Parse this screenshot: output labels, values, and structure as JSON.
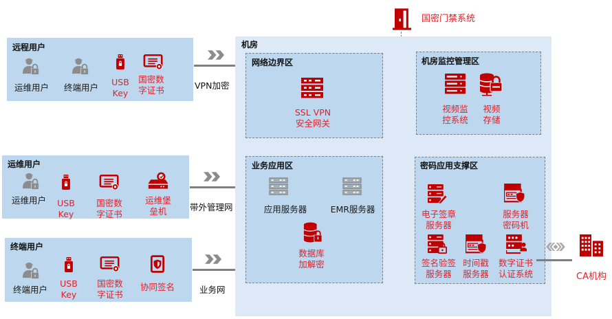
{
  "colors": {
    "accent_red": "#c00000",
    "text_red": "#e0232a",
    "panel_blue": "#bdd7ee",
    "room_blue": "#dde9f6",
    "gray": "#7f7f7f"
  },
  "top": {
    "access_control": "国密门禁系统"
  },
  "groups": [
    {
      "title": "远程用户",
      "items": [
        {
          "icon": "user-lock-icon",
          "label": "运维用户",
          "color": "dark"
        },
        {
          "icon": "user-lock-icon",
          "label": "终端用户",
          "color": "dark"
        },
        {
          "icon": "usb-key-icon",
          "label": "USB\nKey",
          "color": "red"
        },
        {
          "icon": "certificate-icon",
          "label": "国密数\n字证书",
          "color": "red"
        }
      ],
      "link": "VPN加密"
    },
    {
      "title": "运维用户",
      "items": [
        {
          "icon": "user-lock-icon",
          "label": "运维用户",
          "color": "dark"
        },
        {
          "icon": "usb-key-icon",
          "label": "USB\nKey",
          "color": "red"
        },
        {
          "icon": "certificate-icon",
          "label": "国密数\n字证书",
          "color": "red"
        },
        {
          "icon": "bastion-host-icon",
          "label": "运维堡\n垒机",
          "color": "red"
        }
      ],
      "link": "带外管理网"
    },
    {
      "title": "终端用户",
      "items": [
        {
          "icon": "user-lock-icon",
          "label": "终端用户",
          "color": "dark"
        },
        {
          "icon": "usb-key-icon",
          "label": "USB\nKey",
          "color": "red"
        },
        {
          "icon": "certificate-icon",
          "label": "国密数\n字证书",
          "color": "red"
        },
        {
          "icon": "tablet-shield-icon",
          "label": "协同签名",
          "color": "red"
        }
      ],
      "link": "业务网"
    }
  ],
  "room": {
    "title": "机房",
    "boundary": {
      "title": "网络边界区",
      "item": "SSL VPN\n安全网关"
    },
    "monitor": {
      "title": "机房监控管理区",
      "items": [
        "视频监\n控系统",
        "视频\n存储"
      ]
    },
    "business": {
      "title": "业务应用区",
      "items": [
        "应用服务器",
        "EMR服务器",
        "数据库\n加解密"
      ]
    },
    "crypto": {
      "title": "密码应用支撑区",
      "items": [
        "电子签章\n服务器",
        "服务器\n密码机",
        "签名验签\n服务器",
        "时间戳\n服务器",
        "数字证书\n认证系统"
      ]
    }
  },
  "external": {
    "ca": "CA机构"
  }
}
